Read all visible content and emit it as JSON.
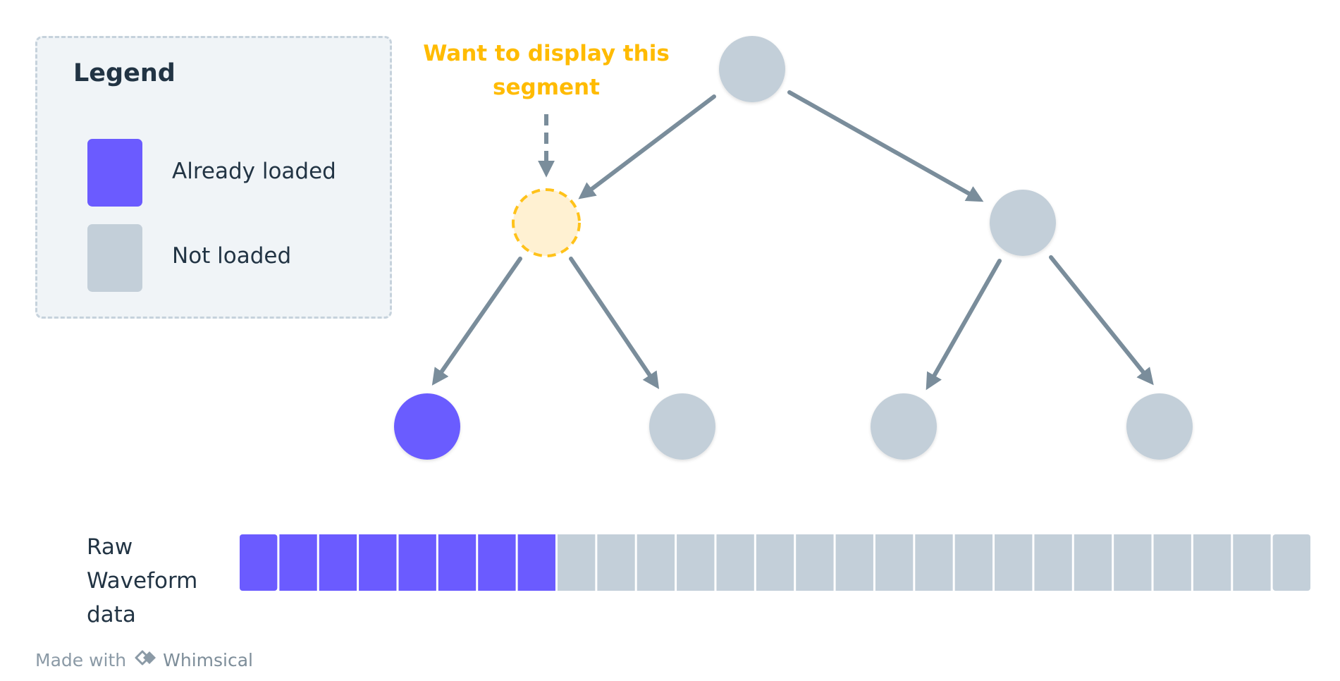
{
  "legend": {
    "title": "Legend",
    "items": [
      {
        "label": "Already loaded",
        "color": "#6b5bff"
      },
      {
        "label": "Not loaded",
        "color": "#c3cfd9"
      }
    ]
  },
  "callout": {
    "text": "Want to display this segment",
    "color": "#ffbb00"
  },
  "tree": {
    "levels": [
      [
        "not-loaded"
      ],
      [
        "target",
        "not-loaded"
      ],
      [
        "loaded",
        "not-loaded",
        "not-loaded",
        "not-loaded"
      ]
    ]
  },
  "waveform": {
    "label": "Raw Waveform data",
    "segments_total": 27,
    "segments_loaded": 8
  },
  "colors": {
    "loaded": "#6b5bff",
    "not_loaded": "#c3cfd9",
    "target_fill": "#fff1d2",
    "target_stroke": "#ffc21a",
    "arrow": "#7a8d9b",
    "legend_bg": "#f0f4f7",
    "legend_border": "#c6d2dc"
  },
  "footer": {
    "made_with": "Made with",
    "brand": "Whimsical"
  }
}
